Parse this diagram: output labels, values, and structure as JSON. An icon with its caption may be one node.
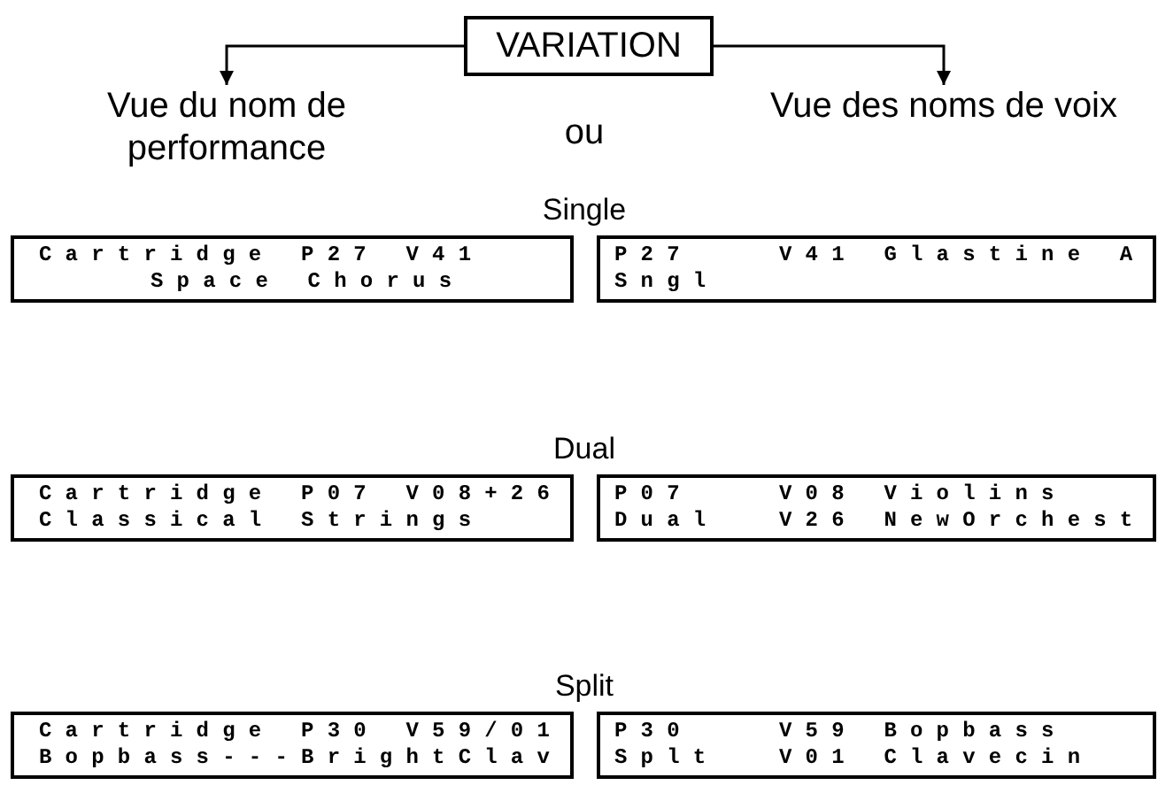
{
  "diagram": {
    "nodes": [
      {
        "text": [
          "VARIATION"
        ]
      },
      {
        "text": [
          "Vue du nom de performance"
        ]
      },
      {
        "text": [
          "Vue des noms de voix"
        ]
      },
      {
        "text": [
          "Cartridge P27 V41",
          "Space Chorus"
        ]
      },
      {
        "text": [
          "P27",
          "V41 Glastine A",
          "Sngl"
        ]
      },
      {
        "text": [
          "Cartridge P07 V08+26",
          "Classical Strings"
        ]
      },
      {
        "text": [
          "P07",
          "V08 Violins",
          "Dual",
          "V26 NewOrchest"
        ]
      },
      {
        "text": [
          "Cartridge P30 V59/01",
          "Bopbass---BrightClav"
        ]
      },
      {
        "text": [
          "P30",
          "V59 Bopbass",
          "Splt",
          "V01 Clavecin"
        ]
      }
    ],
    "edges": [
      {
        "from": 0,
        "to": 1,
        "arrow": "to"
      },
      {
        "from": 0,
        "to": 2,
        "arrow": "to"
      }
    ],
    "labels": [
      "ou",
      "Single",
      "Dual",
      "Split"
    ]
  }
}
